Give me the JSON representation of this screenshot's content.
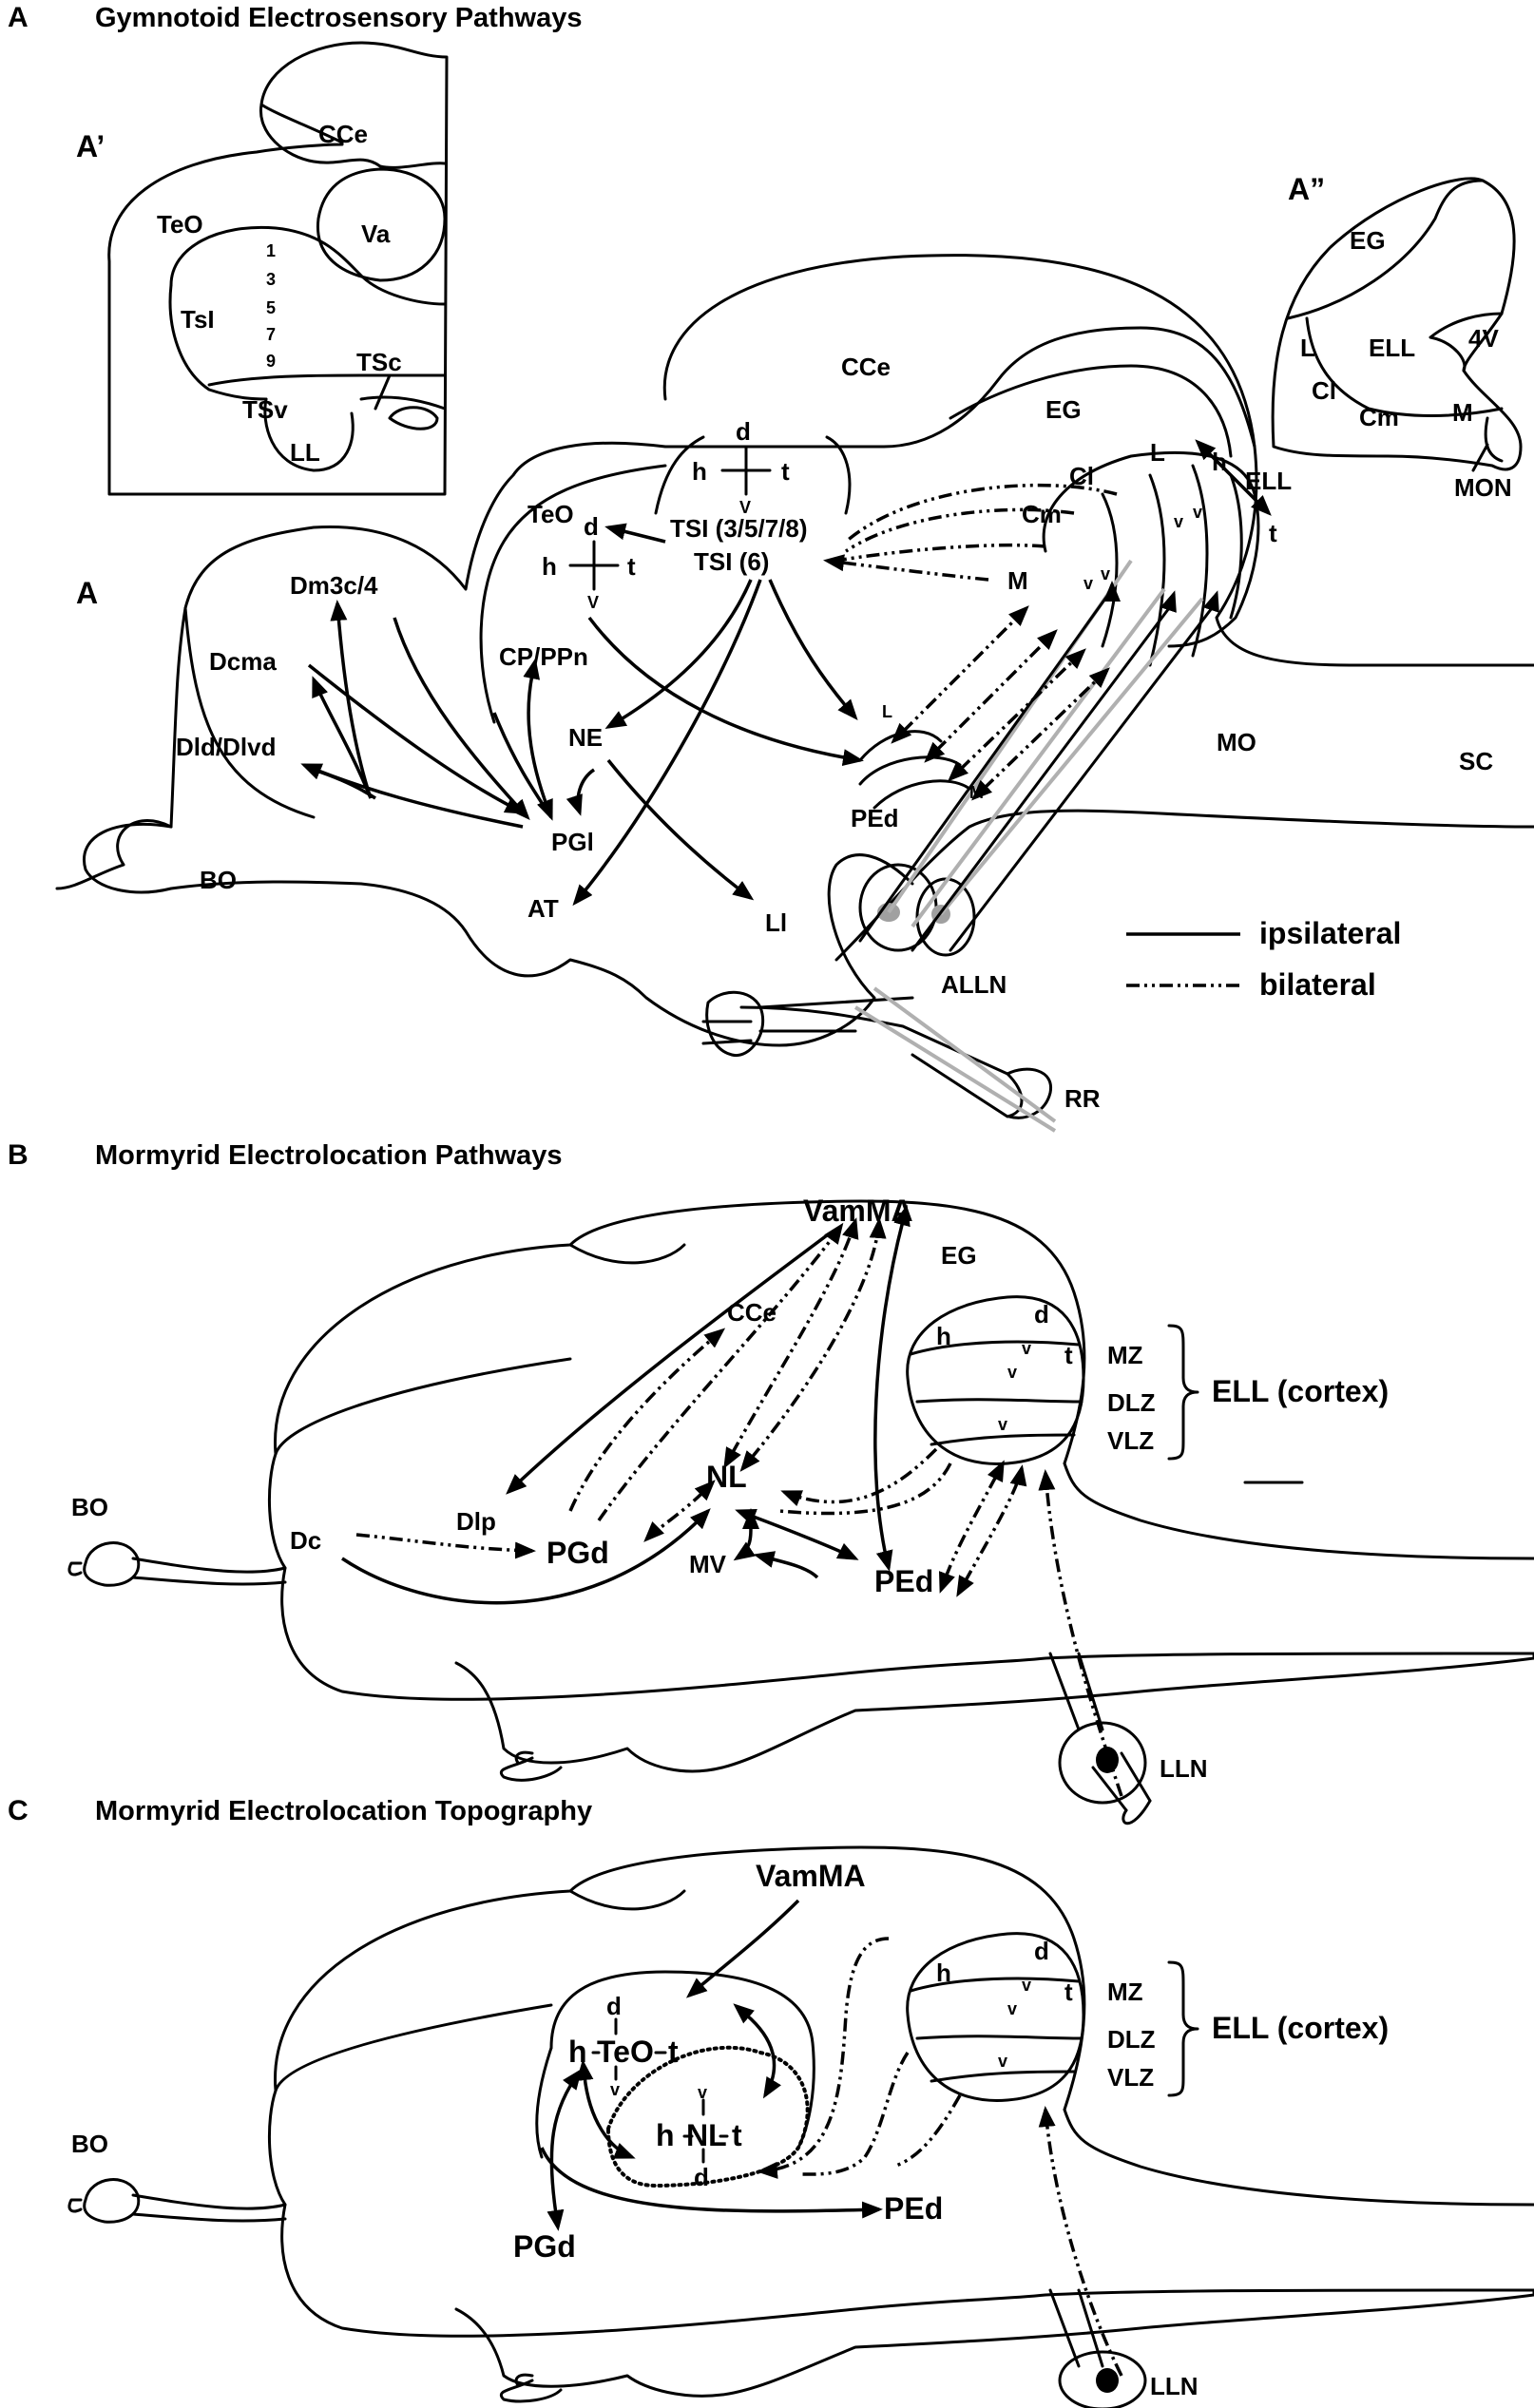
{
  "panels": {
    "a": {
      "letter": "A",
      "title": "Gymnotoid Electrosensory Pathways"
    },
    "b": {
      "letter": "B",
      "title": "Mormyrid Electrolocation Pathways"
    },
    "c": {
      "letter": "C",
      "title": "Mormyrid Electrolocation Topography"
    }
  },
  "inset_a1": {
    "tag": "A’",
    "labels": {
      "cce": "CCe",
      "teo": "TeO",
      "va": "Va",
      "tsl": "TsI",
      "l1": "1",
      "l3": "3",
      "l5": "5",
      "l7": "7",
      "l9": "9",
      "tsc": "TSc",
      "tsv": "TSv",
      "ll": "LL"
    }
  },
  "inset_a2": {
    "tag": "A”",
    "labels": {
      "eg": "EG",
      "l": "L",
      "ell": "ELL",
      "v4": "4V",
      "cl": "Cl",
      "cm": "Cm",
      "m": "M",
      "mon": "MON"
    }
  },
  "panel_a": {
    "tag": "A",
    "labels": {
      "cce": "CCe",
      "eg": "EG",
      "l": "L",
      "cl": "Cl",
      "cm": "Cm",
      "m": "M",
      "h": "h",
      "ell": "ELL",
      "t": "t",
      "teo": "TeO",
      "tsl_a": "TSI (3/5/7/8)",
      "tsl_b": "TSI (6)",
      "d": "d",
      "v": "V",
      "dm": "Dm3c/4",
      "dcma": "Dcma",
      "dld": "Dld/Dlvd",
      "cppn": "CP/PPn",
      "ne": "NE",
      "pgl": "PGl",
      "bo": "BO",
      "at": "AT",
      "li": "Ll",
      "ped": "PEd",
      "ped_l": "L",
      "ped_m": "M",
      "mo": "MO",
      "sc": "SC",
      "alln": "ALLN",
      "rr": "RR",
      "vmark": "v"
    }
  },
  "legend": {
    "ipsilateral": "ipsilateral",
    "bilateral": "bilateral"
  },
  "panel_b": {
    "labels": {
      "vamma": "VamMA",
      "eg": "EG",
      "cce": "CCe",
      "d": "d",
      "h": "h",
      "v": "v",
      "t": "t",
      "mz": "MZ",
      "dlz": "DLZ",
      "vlz": "VLZ",
      "ell": "ELL (cortex)",
      "nl": "NL",
      "dlp": "Dlp",
      "dc": "Dc",
      "pgd": "PGd",
      "mv": "MV",
      "ped": "PEd",
      "bo": "BO",
      "lln": "LLN"
    }
  },
  "panel_c": {
    "labels": {
      "vamma": "VamMA",
      "d": "d",
      "h": "h",
      "teo": "TeO",
      "t": "t",
      "v": "v",
      "nl": "NL",
      "mz": "MZ",
      "dlz": "DLZ",
      "vlz": "VLZ",
      "ell": "ELL (cortex)",
      "bo": "BO",
      "pgd": "PGd",
      "ped": "PEd",
      "lln": "LLN"
    }
  },
  "colors": {
    "ink": "#000000",
    "grey_nerve": "#b0b0b0",
    "background": "#ffffff"
  }
}
